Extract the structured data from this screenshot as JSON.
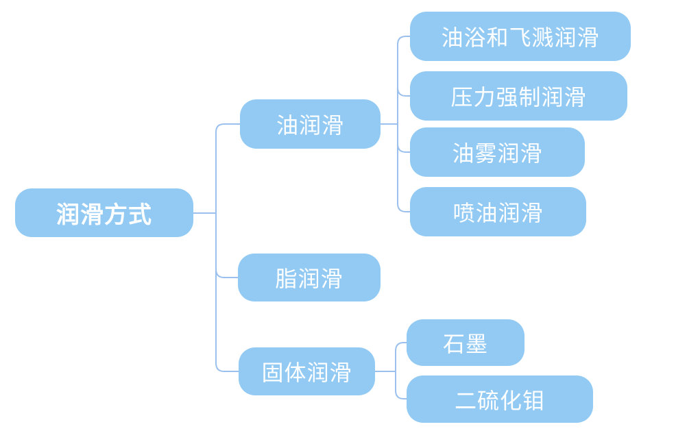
{
  "theme": {
    "background": "#ffffff",
    "node_fill": "#92CAF4",
    "node_text_color": "#ffffff",
    "connector_color": "#9BC0EE"
  },
  "mindmap": {
    "root": {
      "label": "润滑方式"
    },
    "branches": [
      {
        "label": "油润滑",
        "children": [
          {
            "label": "油浴和飞溅润滑"
          },
          {
            "label": "压力强制润滑"
          },
          {
            "label": "油雾润滑"
          },
          {
            "label": "喷油润滑"
          }
        ]
      },
      {
        "label": "脂润滑",
        "children": []
      },
      {
        "label": "固体润滑",
        "children": [
          {
            "label": "石墨"
          },
          {
            "label": "二硫化钼"
          }
        ]
      }
    ]
  }
}
